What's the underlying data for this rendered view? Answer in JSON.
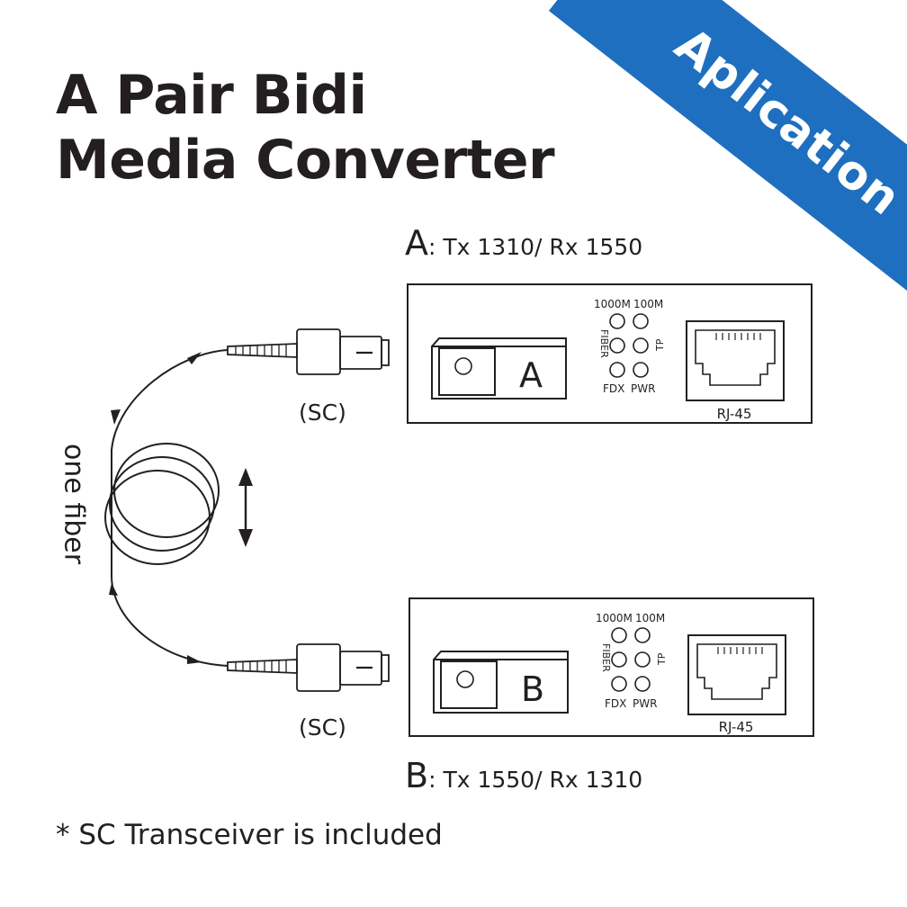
{
  "title": {
    "line1": "A Pair Bidi",
    "line2": "Media Converter"
  },
  "banner": {
    "text": "Aplication",
    "color": "#1e6fbf"
  },
  "unit_a": {
    "letter": "A",
    "spec": ": Tx 1310/ Rx 1550",
    "module_letter": "A",
    "leds": {
      "top_left": "1000M",
      "top_right": "100M",
      "side_left": "FIBER",
      "side_right": "TP",
      "bottom_left": "FDX",
      "bottom_right": "PWR"
    },
    "port": "RJ-45",
    "connector": "(SC)"
  },
  "unit_b": {
    "letter": "B",
    "spec": ": Tx 1550/ Rx 1310",
    "module_letter": "B",
    "leds": {
      "top_left": "1000M",
      "top_right": "100M",
      "side_left": "FIBER",
      "side_right": "TP",
      "bottom_left": "FDX",
      "bottom_right": "PWR"
    },
    "port": "RJ-45",
    "connector": "(SC)"
  },
  "fiber_label": "one fiber",
  "footnote": "* SC Transceiver is included"
}
